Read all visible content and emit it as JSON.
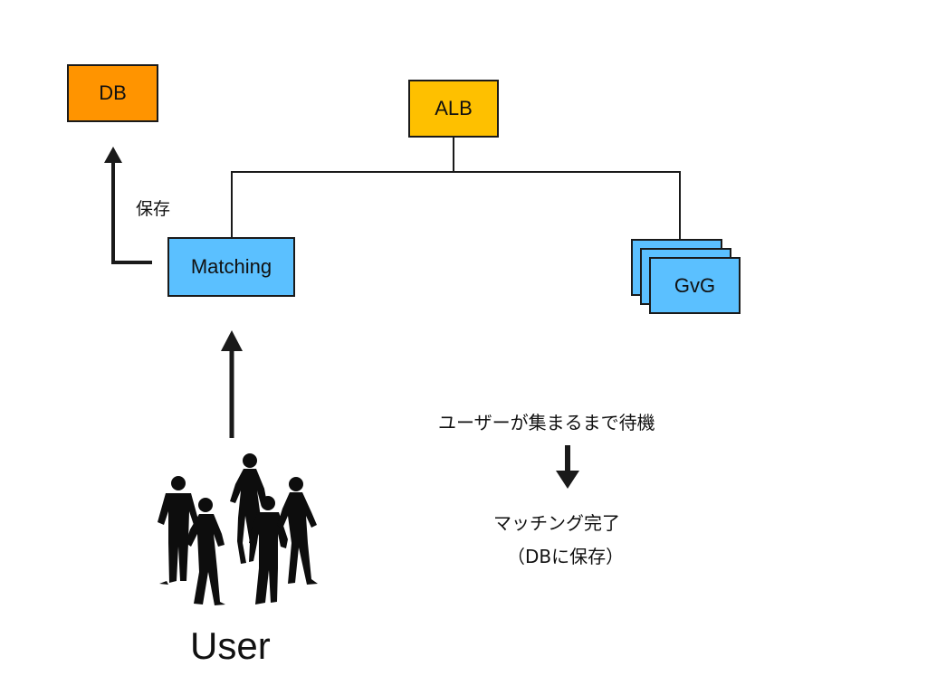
{
  "nodes": {
    "db": "DB",
    "alb": "ALB",
    "matching": "Matching",
    "gvg": "GvG"
  },
  "labels": {
    "save": "保存",
    "wait": "ユーザーが集まるまで待機",
    "done_line1": "マッチング完了",
    "done_line2": "（DBに保存）",
    "user": "User"
  },
  "colors": {
    "db": "#ff9400",
    "alb": "#fec000",
    "service": "#5bc0ff",
    "line": "#1a1a1a"
  },
  "icons": {
    "users": "people-group-silhouette-icon",
    "arrows": [
      "arrow-up-icon",
      "arrow-down-icon",
      "elbow-arrow-up-icon"
    ]
  }
}
